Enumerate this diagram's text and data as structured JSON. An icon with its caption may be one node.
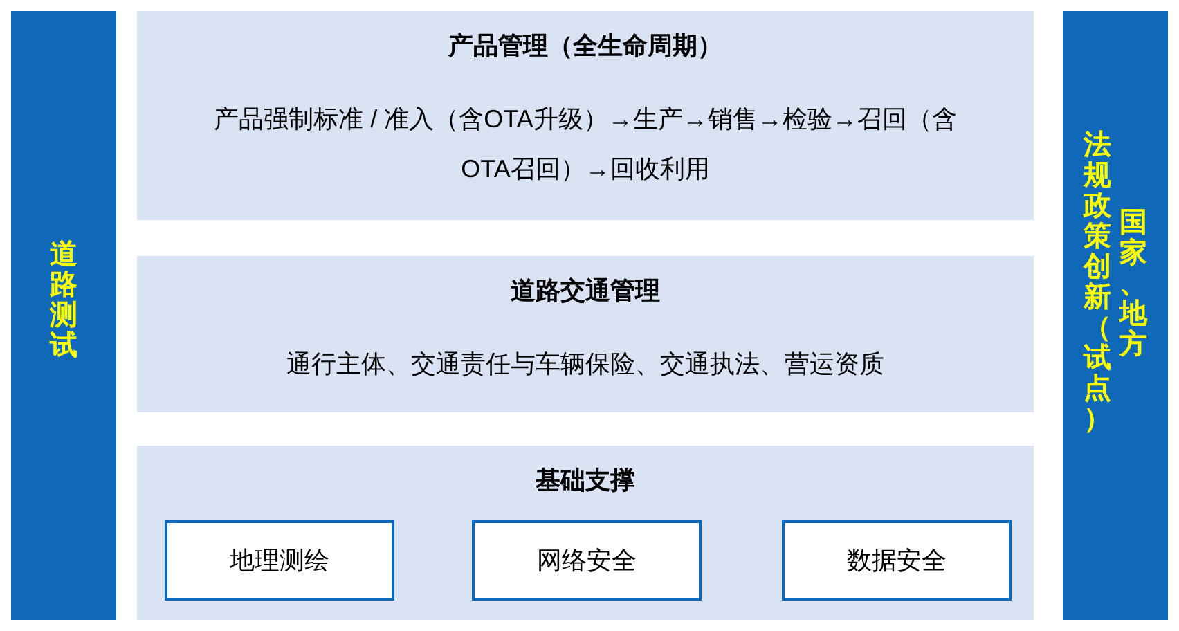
{
  "diagram": {
    "nodes": [
      {
        "text": [
          "道路测试"
        ]
      },
      {
        "text": [
          "产品管理（全生命周期）",
          "产品强制标准 / 准入（含OTA升级）→生产→销售→检验→召回（含OTA召回）→回收利用"
        ]
      },
      {
        "text": [
          "道路交通管理",
          "通行主体、交通责任与车辆保险、交通执法、营运资质"
        ]
      },
      {
        "text": [
          "基础支撑"
        ]
      },
      {
        "text": [
          "地理测绘"
        ],
        "in": 3
      },
      {
        "text": [
          "网络安全"
        ],
        "in": 3
      },
      {
        "text": [
          "数据安全"
        ],
        "in": 3
      },
      {
        "text": [
          "法规政策创新（试点）",
          "国家、地方"
        ]
      }
    ],
    "edges": []
  }
}
